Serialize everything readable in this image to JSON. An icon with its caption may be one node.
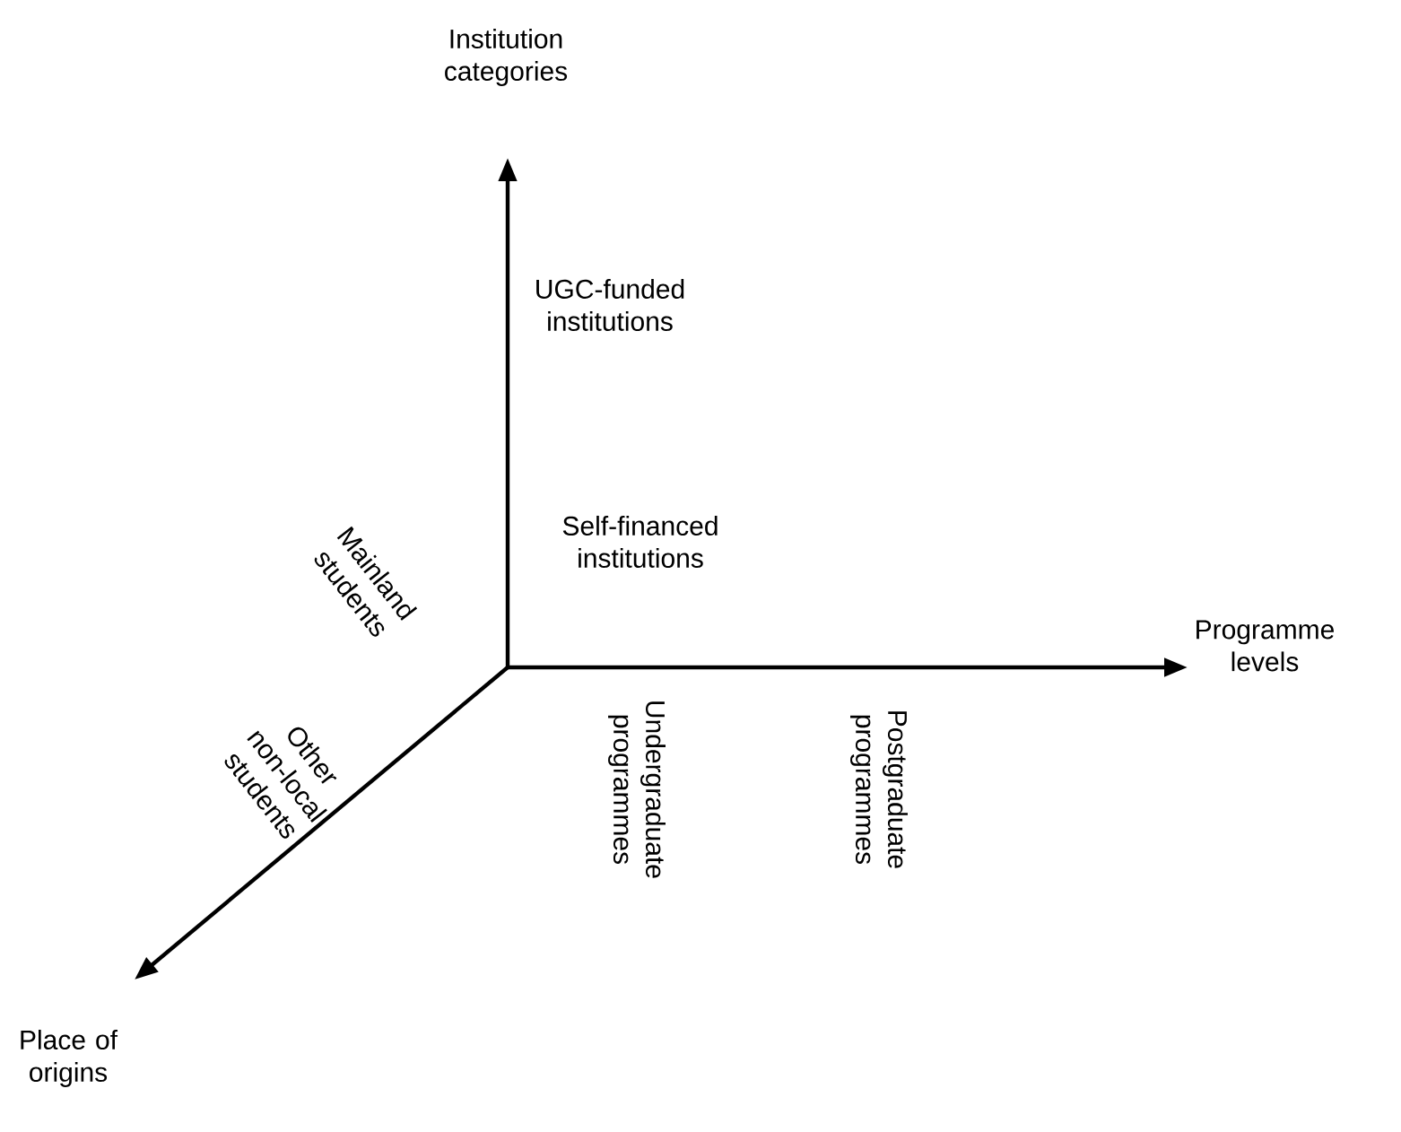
{
  "diagram": {
    "labels": [
      "Institution categories",
      "UGC-funded institutions",
      "Self-financed institutions",
      "Mainland students",
      "Programme levels",
      "Other non-local students",
      "Undergraduate programmes",
      "Postgraduate programmes",
      "Place of origins"
    ]
  }
}
